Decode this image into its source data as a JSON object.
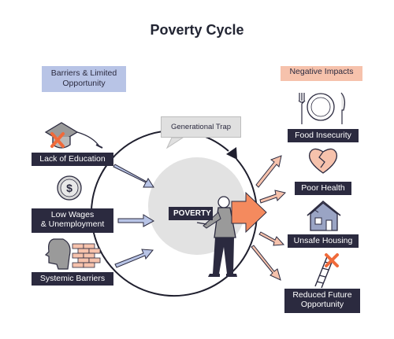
{
  "title": "Poverty Cycle",
  "left_header": "Barriers & Limited Opportunity",
  "right_header": "Negative Impacts",
  "center_label": "POVERTY",
  "callout_label": "Generational Trap",
  "causes": [
    {
      "label": "Lack of Education",
      "icon": "graduation-cap-crossed-icon"
    },
    {
      "label": "Low Wages & Unemployment",
      "icon": "dollar-coin-icon"
    },
    {
      "label": "Systemic Barriers",
      "icon": "head-brick-wall-icon"
    }
  ],
  "impacts": [
    {
      "label": "Food Insecurity",
      "icon": "plate-fork-knife-icon"
    },
    {
      "label": "Poor Health",
      "icon": "broken-heart-icon"
    },
    {
      "label": "Unsafe Housing",
      "icon": "damaged-house-icon"
    },
    {
      "label": "Reduced Future Opportunity",
      "icon": "broken-ladder-icon"
    }
  ],
  "colors": {
    "dark_label": "#2b2a3f",
    "blue_accent": "#b8c4e6",
    "peach_accent": "#f6c2ac",
    "orange_arrow": "#f48a5e",
    "outline": "#2b2a3f"
  }
}
